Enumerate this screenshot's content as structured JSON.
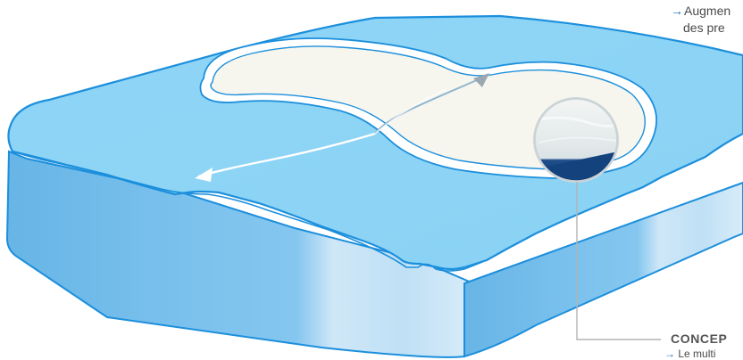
{
  "annotations": {
    "top": {
      "arrow": "→",
      "line1": "Augmen",
      "line2": "des pre"
    },
    "bottom": {
      "title": "CONCEP",
      "arrow": "→",
      "subtitle": "Le multi"
    }
  },
  "colors": {
    "cushion_top": "#8ed4f5",
    "cushion_side": "#7ec2ee",
    "cushion_outline": "#1c8fdc",
    "well_fill": "#f7f7ef",
    "callout_line": "#b3b3b3",
    "text_accent": "#1a6fb8"
  },
  "icons": [
    "arrow-right-icon",
    "double-headed-arrow-icon",
    "magnifier-circle-icon"
  ]
}
